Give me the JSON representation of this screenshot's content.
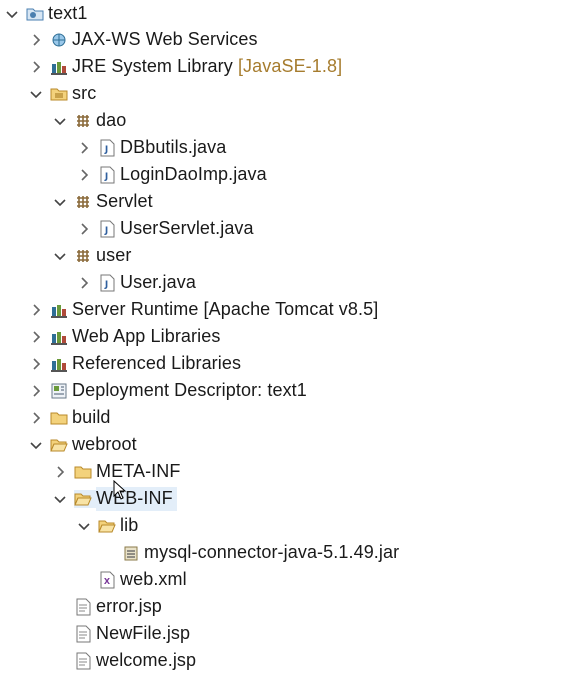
{
  "tree": {
    "project": {
      "label": "text1",
      "icon": "project-icon"
    },
    "jaxws": {
      "label": "JAX-WS Web Services",
      "icon": "web-services-icon"
    },
    "jre": {
      "label": "JRE System Library",
      "decor": "[JavaSE-1.8]",
      "icon": "library-icon"
    },
    "src": {
      "label": "src",
      "icon": "source-folder-icon"
    },
    "dao": {
      "label": "dao",
      "icon": "package-icon"
    },
    "dbutils": {
      "label": "DBbutils.java",
      "icon": "java-file-icon"
    },
    "logindao": {
      "label": "LoginDaoImp.java",
      "icon": "java-file-icon"
    },
    "servlet": {
      "label": "Servlet",
      "icon": "package-icon"
    },
    "userservlet": {
      "label": "UserServlet.java",
      "icon": "java-file-icon"
    },
    "user": {
      "label": "user",
      "icon": "package-icon"
    },
    "userjava": {
      "label": "User.java",
      "icon": "java-file-icon"
    },
    "serverruntime": {
      "label": "Server Runtime [Apache Tomcat v8.5]",
      "icon": "library-icon"
    },
    "webapplibs": {
      "label": "Web App Libraries",
      "icon": "library-icon"
    },
    "reflibs": {
      "label": "Referenced Libraries",
      "icon": "library-icon"
    },
    "deploy": {
      "label": "Deployment Descriptor: text1",
      "icon": "deployment-descriptor-icon"
    },
    "build": {
      "label": "build",
      "icon": "folder-icon"
    },
    "webroot": {
      "label": "webroot",
      "icon": "folder-open-icon"
    },
    "metainf": {
      "label": "META-INF",
      "icon": "folder-icon"
    },
    "webinf": {
      "label": "WEB-INF",
      "icon": "folder-open-icon"
    },
    "lib": {
      "label": "lib",
      "icon": "folder-open-icon"
    },
    "mysql": {
      "label": "mysql-connector-java-5.1.49.jar",
      "icon": "jar-file-icon"
    },
    "webxml": {
      "label": "web.xml",
      "icon": "xml-file-icon"
    },
    "errorjsp": {
      "label": "error.jsp",
      "icon": "jsp-file-icon"
    },
    "newfile": {
      "label": "NewFile.jsp",
      "icon": "jsp-file-icon"
    },
    "welcome": {
      "label": "welcome.jsp",
      "icon": "jsp-file-icon"
    }
  },
  "colors": {
    "selection": "#e3eef9",
    "decoration": "#a67c2e",
    "folder": "#e8b651",
    "library": "#2f6f96",
    "package": "#8a6a3a"
  }
}
